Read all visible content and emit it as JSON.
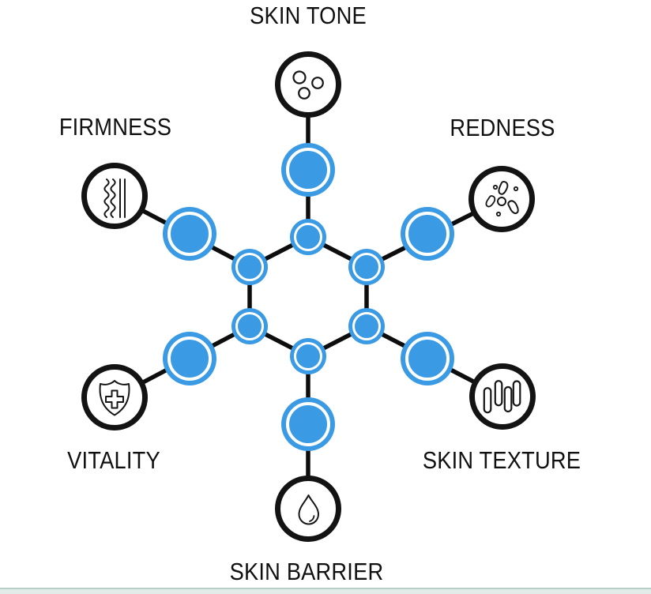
{
  "diagram": {
    "type": "hexagon-skin-attributes",
    "colors": {
      "node_blue": "#3b9ae4",
      "connector_black": "#0d0d0d",
      "icon_stroke": "#161616",
      "label_color": "#101010",
      "bottom_bar_fill": "#e2ebe7",
      "bottom_bar_line": "#b6cdc8",
      "background": "#ffffff"
    },
    "spokes": [
      {
        "id": "skin-tone",
        "label": "SKIN TONE",
        "icon": "skin-tone-dots-icon",
        "position": "top"
      },
      {
        "id": "firmness",
        "label": "FIRMNESS",
        "icon": "firmness-wavy-lines-icon",
        "position": "upper-left"
      },
      {
        "id": "redness",
        "label": "REDNESS",
        "icon": "redness-spots-icon",
        "position": "upper-right"
      },
      {
        "id": "vitality",
        "label": "VITALITY",
        "icon": "shield-cross-icon",
        "position": "lower-left"
      },
      {
        "id": "skin-texture",
        "label": "SKIN TEXTURE",
        "icon": "texture-bars-icon",
        "position": "lower-right"
      },
      {
        "id": "skin-barrier",
        "label": "SKIN BARRIER",
        "icon": "water-drop-icon",
        "position": "bottom"
      }
    ]
  }
}
